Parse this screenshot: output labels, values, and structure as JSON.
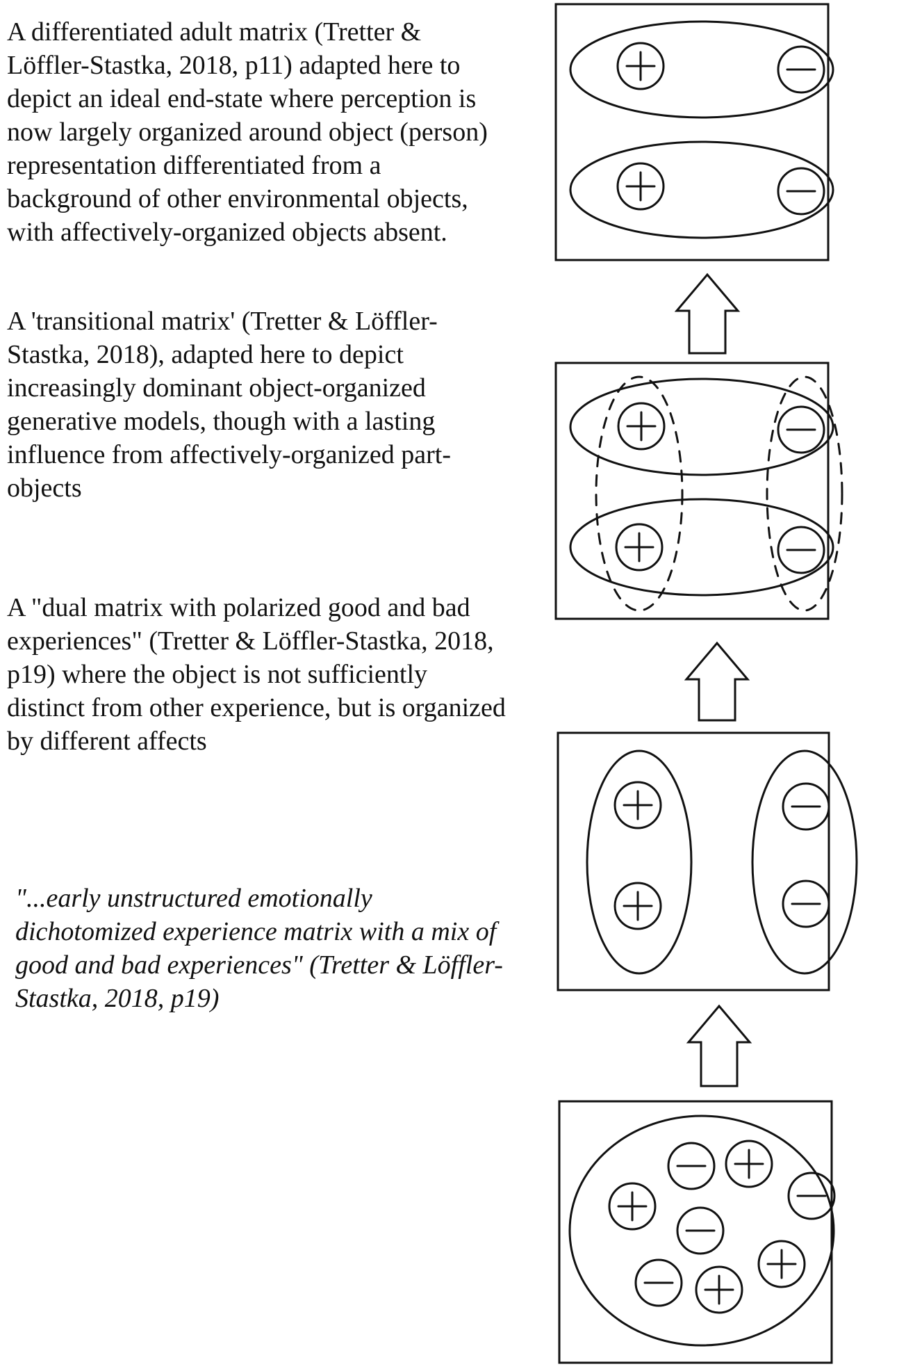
{
  "stages": [
    {
      "id": "differentiated-adult-matrix",
      "caption": "A differentiated adult matrix (Tretter & Löffler-Stastka, 2018, p11) adapted here to depict an ideal end-state where perception is now largely organized around object (person) representation differentiated from a background of other environmental objects, with affectively-organized objects absent."
    },
    {
      "id": "transitional-matrix",
      "caption": "A 'transitional matrix' (Tretter & Löffler-Stastka, 2018), adapted here to depict increasingly dominant object-organized generative models, though with a lasting influence from affectively-organized part-objects"
    },
    {
      "id": "dual-matrix",
      "caption": "A \"dual matrix with polarized good and bad experiences\" (Tretter & Löffler-Stastka, 2018, p19) where the object is not sufficiently distinct from other experience, but is organized by different affects"
    },
    {
      "id": "early-unstructured-matrix",
      "caption": "\"...early unstructured emotionally dichotomized experience matrix with a mix of good and bad experiences\" (Tretter & Löffler-Stastka, 2018, p19)"
    }
  ],
  "symbols": {
    "positive": "+",
    "negative": "−"
  },
  "colors": {
    "ink": "#111111",
    "background": "#ffffff"
  }
}
